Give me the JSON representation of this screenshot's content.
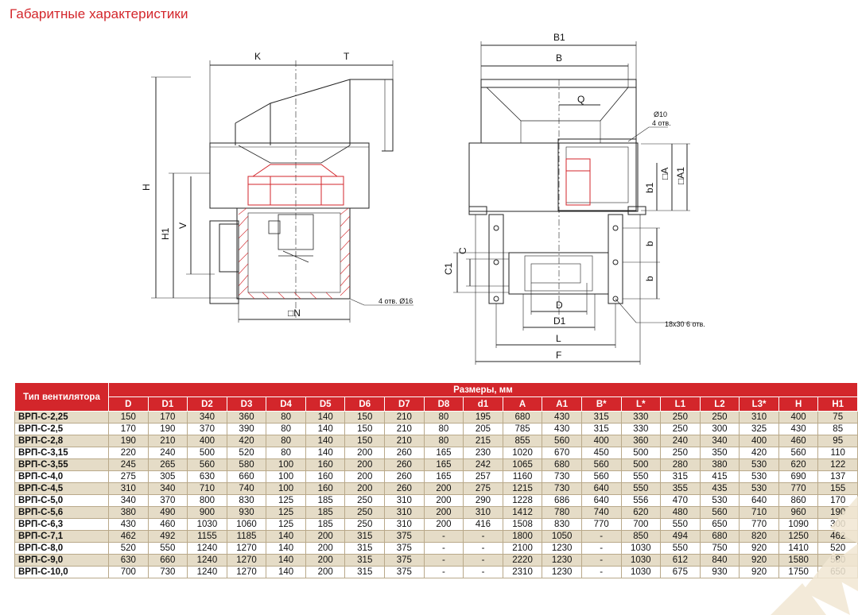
{
  "title": "Габаритные характеристики",
  "drawing_left": {
    "labels": {
      "K": "K",
      "T": "T",
      "H": "H",
      "H1": "H1",
      "V": "V",
      "N": "□N",
      "holes": "4 отв. Ø16"
    }
  },
  "drawing_right": {
    "labels": {
      "B1": "B1",
      "B": "B",
      "Q": "Q",
      "dia": "Ø10",
      "holes4": "4 отв.",
      "A": "□A",
      "A1": "□A1",
      "b1": "b1",
      "b_top": "b",
      "b_bottom": "b",
      "C": "C",
      "C1": "C1",
      "D": "D",
      "D1": "D1",
      "L": "L",
      "F": "F",
      "slots": "18x30 6 отв."
    }
  },
  "table": {
    "type_header": "Тип вентилятора",
    "sizes_header": "Размеры, мм",
    "columns": [
      "D",
      "D1",
      "D2",
      "D3",
      "D4",
      "D5",
      "D6",
      "D7",
      "D8",
      "d1",
      "A",
      "A1",
      "B*",
      "L*",
      "L1",
      "L2",
      "L3*",
      "H",
      "H1"
    ],
    "rows": [
      {
        "name": "ВРП-С-2,25",
        "values": [
          "150",
          "170",
          "340",
          "360",
          "80",
          "140",
          "150",
          "210",
          "80",
          "195",
          "680",
          "430",
          "315",
          "330",
          "250",
          "250",
          "310",
          "400",
          "75"
        ]
      },
      {
        "name": "ВРП-С-2,5",
        "values": [
          "170",
          "190",
          "370",
          "390",
          "80",
          "140",
          "150",
          "210",
          "80",
          "205",
          "785",
          "430",
          "315",
          "330",
          "250",
          "300",
          "325",
          "430",
          "85"
        ]
      },
      {
        "name": "ВРП-С-2,8",
        "values": [
          "190",
          "210",
          "400",
          "420",
          "80",
          "140",
          "150",
          "210",
          "80",
          "215",
          "855",
          "560",
          "400",
          "360",
          "240",
          "340",
          "400",
          "460",
          "95"
        ]
      },
      {
        "name": "ВРП-С-3,15",
        "values": [
          "220",
          "240",
          "500",
          "520",
          "80",
          "140",
          "200",
          "260",
          "165",
          "230",
          "1020",
          "670",
          "450",
          "500",
          "250",
          "350",
          "420",
          "560",
          "110"
        ]
      },
      {
        "name": "ВРП-С-3,55",
        "values": [
          "245",
          "265",
          "560",
          "580",
          "100",
          "160",
          "200",
          "260",
          "165",
          "242",
          "1065",
          "680",
          "560",
          "500",
          "280",
          "380",
          "530",
          "620",
          "122"
        ]
      },
      {
        "name": "ВРП-С-4,0",
        "values": [
          "275",
          "305",
          "630",
          "660",
          "100",
          "160",
          "200",
          "260",
          "165",
          "257",
          "1160",
          "730",
          "560",
          "550",
          "315",
          "415",
          "530",
          "690",
          "137"
        ]
      },
      {
        "name": "ВРП-С-4,5",
        "values": [
          "310",
          "340",
          "710",
          "740",
          "100",
          "160",
          "200",
          "260",
          "200",
          "275",
          "1215",
          "730",
          "640",
          "550",
          "355",
          "435",
          "530",
          "770",
          "155"
        ]
      },
      {
        "name": "ВРП-С-5,0",
        "values": [
          "340",
          "370",
          "800",
          "830",
          "125",
          "185",
          "250",
          "310",
          "200",
          "290",
          "1228",
          "686",
          "640",
          "556",
          "470",
          "530",
          "640",
          "860",
          "170"
        ]
      },
      {
        "name": "ВРП-С-5,6",
        "values": [
          "380",
          "490",
          "900",
          "930",
          "125",
          "185",
          "250",
          "310",
          "200",
          "310",
          "1412",
          "780",
          "740",
          "620",
          "480",
          "560",
          "710",
          "960",
          "190"
        ]
      },
      {
        "name": "ВРП-С-6,3",
        "values": [
          "430",
          "460",
          "1030",
          "1060",
          "125",
          "185",
          "250",
          "310",
          "200",
          "416",
          "1508",
          "830",
          "770",
          "700",
          "550",
          "650",
          "770",
          "1090",
          "300"
        ]
      },
      {
        "name": "ВРП-С-7,1",
        "values": [
          "462",
          "492",
          "1155",
          "1185",
          "140",
          "200",
          "315",
          "375",
          "-",
          "-",
          "1800",
          "1050",
          "-",
          "850",
          "494",
          "680",
          "820",
          "1250",
          "462"
        ]
      },
      {
        "name": "ВРП-С-8,0",
        "values": [
          "520",
          "550",
          "1240",
          "1270",
          "140",
          "200",
          "315",
          "375",
          "-",
          "-",
          "2100",
          "1230",
          "-",
          "1030",
          "550",
          "750",
          "920",
          "1410",
          "520"
        ]
      },
      {
        "name": "ВРП-С-9,0",
        "values": [
          "630",
          "660",
          "1240",
          "1270",
          "140",
          "200",
          "315",
          "375",
          "-",
          "-",
          "2220",
          "1230",
          "-",
          "1030",
          "612",
          "840",
          "920",
          "1580",
          "580"
        ]
      },
      {
        "name": "ВРП-С-10,0",
        "values": [
          "700",
          "730",
          "1240",
          "1270",
          "140",
          "200",
          "315",
          "375",
          "-",
          "-",
          "2310",
          "1230",
          "-",
          "1030",
          "675",
          "930",
          "920",
          "1750",
          "650"
        ]
      }
    ]
  },
  "colors": {
    "accent": "#d3262b",
    "row_tint": "#e5dcc7"
  }
}
